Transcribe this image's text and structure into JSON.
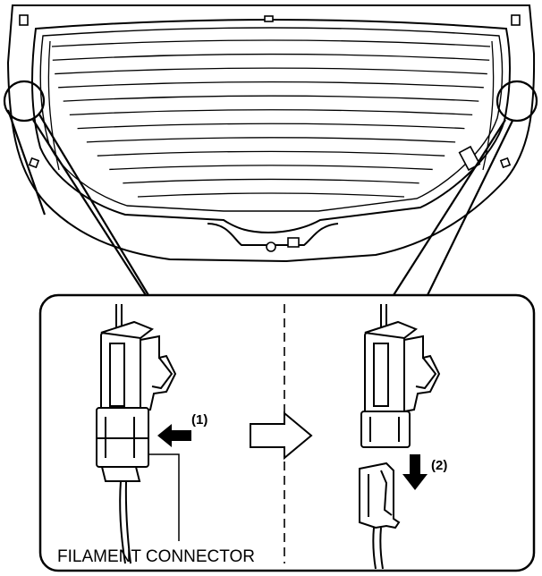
{
  "diagram": {
    "steps": {
      "press_label": "(1)",
      "pull_label": "(2)"
    },
    "caption": "FILAMENT CONNECTOR",
    "colors": {
      "line": "#000000",
      "glass_fill": "#ffffff",
      "gate_fill": "#ffffff",
      "arrow_fill": "#000000",
      "connector_fill": "#ffffff"
    },
    "icons": {
      "press_arrow": "arrow-left-solid",
      "pull_arrow": "arrow-down-solid",
      "sequence_arrow": "arrow-right-outline"
    }
  }
}
